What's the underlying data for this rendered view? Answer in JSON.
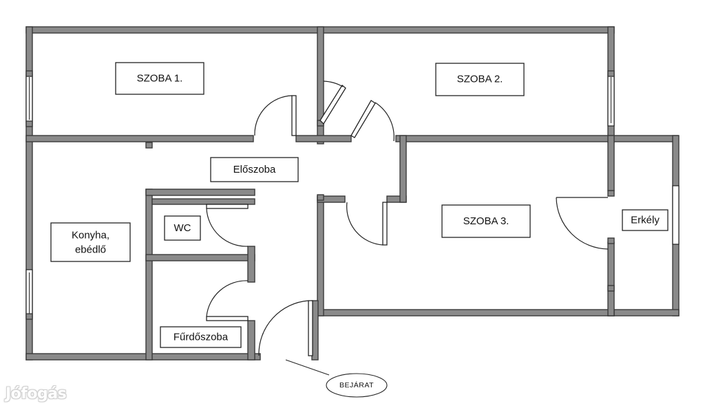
{
  "rooms": {
    "szoba1": "SZOBA 1.",
    "szoba2": "SZOBA 2.",
    "eloszoba": "Előszoba",
    "wc": "WC",
    "konyha_line1": "Konyha,",
    "konyha_line2": "ebédlő",
    "szoba3": "SZOBA 3.",
    "erkely": "Erkély",
    "furdoszoba": "Fűrdőszoba"
  },
  "entrance": {
    "label": "BEJÁRAT"
  },
  "watermark": {
    "logo": "Jófogás"
  },
  "colors": {
    "wall_fill": "#8a8a8a",
    "wall_stroke": "#3a3a3a",
    "line": "#222222",
    "background": "#ffffff"
  }
}
